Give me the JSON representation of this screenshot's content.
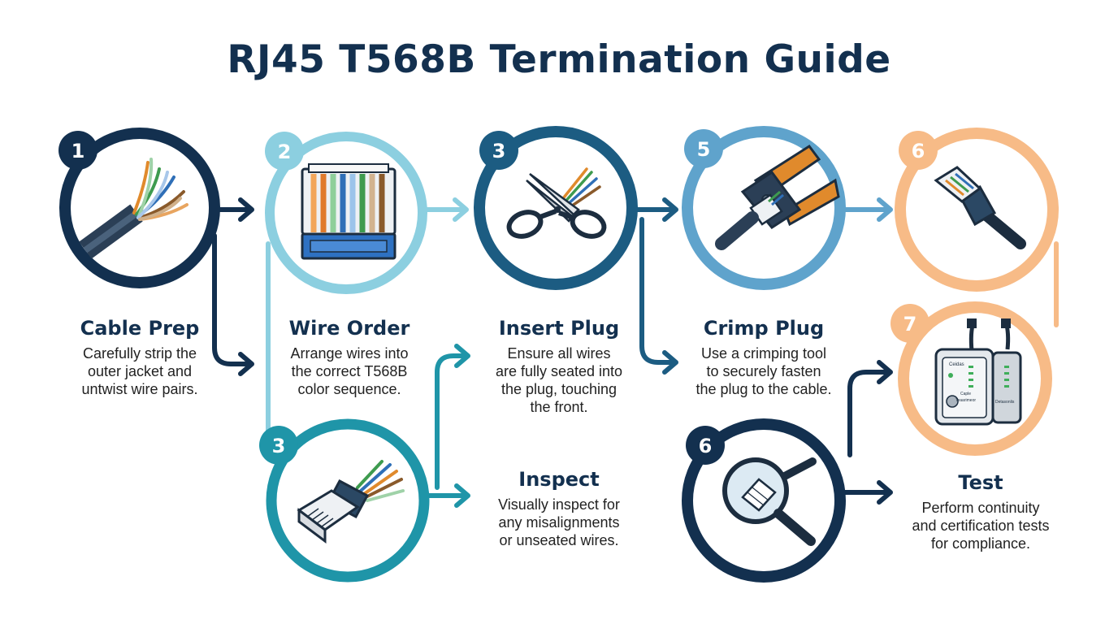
{
  "title": "RJ45 T568B Termination Guide",
  "colors": {
    "navy": "#13304f",
    "light_blue": "#8ccfe0",
    "teal": "#1f95a8",
    "mid_blue": "#1c5c82",
    "steel_blue": "#5fa3cc",
    "orange": "#f7bb87"
  },
  "steps": [
    {
      "number": "1",
      "heading": "Cable Prep",
      "desc": [
        "Carefully strip the",
        "outer jacket and",
        "untwist wire pairs."
      ],
      "icon": "stripped-cable-icon"
    },
    {
      "number": "2",
      "heading": "Wire Order",
      "desc": [
        "Arrange wires into",
        "the correct T568B",
        "color sequence."
      ],
      "icon": "wire-order-plug-icon"
    },
    {
      "number": "3",
      "heading": "Insert Plug",
      "desc": [
        "Ensure all wires",
        "are fully seated into",
        "the plug, touching",
        "the front."
      ],
      "icon": "scissors-icon"
    },
    {
      "number": "3",
      "heading": "Inspect",
      "desc": [
        "Visually inspect for",
        "any misalignments",
        "or unseated wires."
      ],
      "icon": "rj45-plug-icon"
    },
    {
      "number": "5",
      "heading": "Crimp Plug",
      "desc": [
        "Use a crimping tool",
        "to securely fasten",
        "the plug to the cable."
      ],
      "icon": "crimping-tool-icon"
    },
    {
      "number": "6",
      "heading": "",
      "desc": [],
      "icon": "terminated-plug-icon"
    },
    {
      "number": "6",
      "heading": "",
      "desc": [],
      "icon": "magnifier-icon"
    },
    {
      "number": "7",
      "heading": "Test",
      "desc": [
        "Perform continuity",
        "and certification tests",
        "for compliance."
      ],
      "icon": "cable-tester-icon"
    }
  ],
  "tester_labels": {
    "left": "Ceidas",
    "right_top": "Caple",
    "right_bottom": "Teaarimeor",
    "side": "Detasonlis"
  }
}
